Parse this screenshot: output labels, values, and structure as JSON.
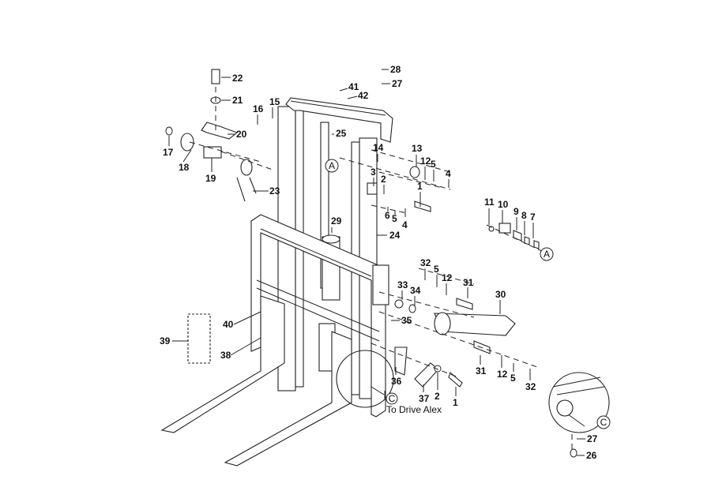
{
  "callouts": {
    "c22": "22",
    "c21": "21",
    "c20": "20",
    "c16": "16",
    "c15": "15",
    "c17": "17",
    "c18": "18",
    "c19": "19",
    "c23": "23",
    "c25": "25",
    "c41": "41",
    "c42": "42",
    "c28": "28",
    "c27": "27",
    "c29": "29",
    "c24": "24",
    "c14": "14",
    "c13": "13",
    "c3": "3",
    "c2": "2",
    "c12": "12",
    "c5": "5",
    "c4": "4",
    "c1": "1",
    "c6": "6",
    "c5b": "5",
    "c4b": "4",
    "c11": "11",
    "c10": "10",
    "c9": "9",
    "c8": "8",
    "c7": "7",
    "c32": "32",
    "c5c": "5",
    "c12c": "12",
    "c31": "31",
    "c30": "30",
    "c33": "33",
    "c34": "34",
    "c35": "35",
    "c40": "40",
    "c39": "39",
    "c38": "38",
    "c36": "36",
    "c37": "37",
    "c2b": "2",
    "c1b": "1",
    "c31b": "31",
    "c12b": "12",
    "c5d": "5",
    "c32b": "32",
    "c27b": "27",
    "c26": "26"
  },
  "refs": {
    "a": "A",
    "c": "C"
  },
  "note": "To Drive Alex"
}
